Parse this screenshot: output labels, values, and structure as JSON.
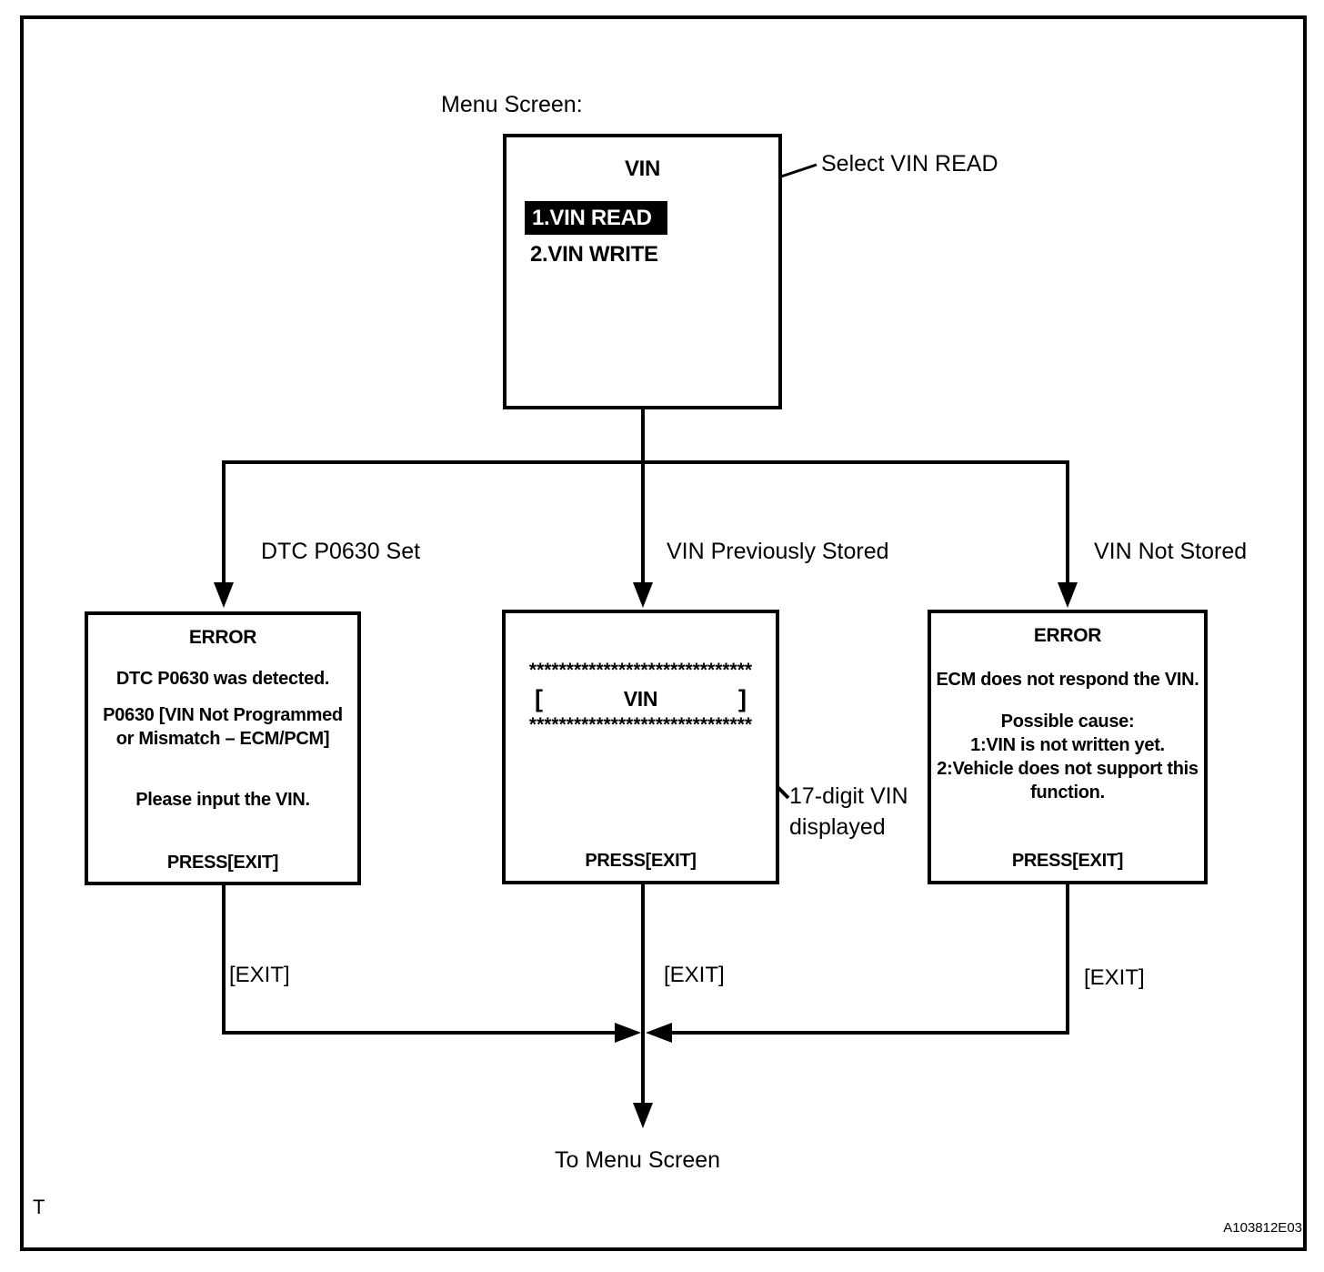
{
  "page": {
    "intro_label": "Menu Screen:",
    "to_menu_label": "To Menu Screen",
    "corner_mark": "T",
    "figure_code": "A103812E03"
  },
  "menu_screen": {
    "title": "VIN",
    "item_read": "1.VIN READ",
    "item_write": "2.VIN WRITE",
    "annotation": "Select VIN READ"
  },
  "branch_left": {
    "label": "DTC P0630 Set",
    "exit_label": "[EXIT]",
    "screen": {
      "title": "ERROR",
      "line1": "DTC P0630 was detected.",
      "line2a": "P0630  [VIN Not Programmed",
      "line2b": "or Mismatch – ECM/PCM]",
      "line3": "Please input the VIN.",
      "footer": "PRESS[EXIT]"
    }
  },
  "branch_mid": {
    "label": "VIN Previously Stored",
    "exit_label": "[EXIT]",
    "annotation_line1": "17-digit VIN",
    "annotation_line2": "displayed",
    "screen": {
      "stars_top": "******************************",
      "bracket_open": "[",
      "vin_text": "VIN",
      "bracket_close": "]",
      "stars_bottom": "******************************",
      "footer": "PRESS[EXIT]"
    }
  },
  "branch_right": {
    "label": "VIN Not Stored",
    "exit_label": "[EXIT]",
    "screen": {
      "title": "ERROR",
      "line1": "ECM does not respond the VIN.",
      "cause_title": "Possible cause:",
      "cause1": "1:VIN is not written yet.",
      "cause2a": "2:Vehicle does not support this",
      "cause2b": "function.",
      "footer": "PRESS[EXIT]"
    }
  }
}
